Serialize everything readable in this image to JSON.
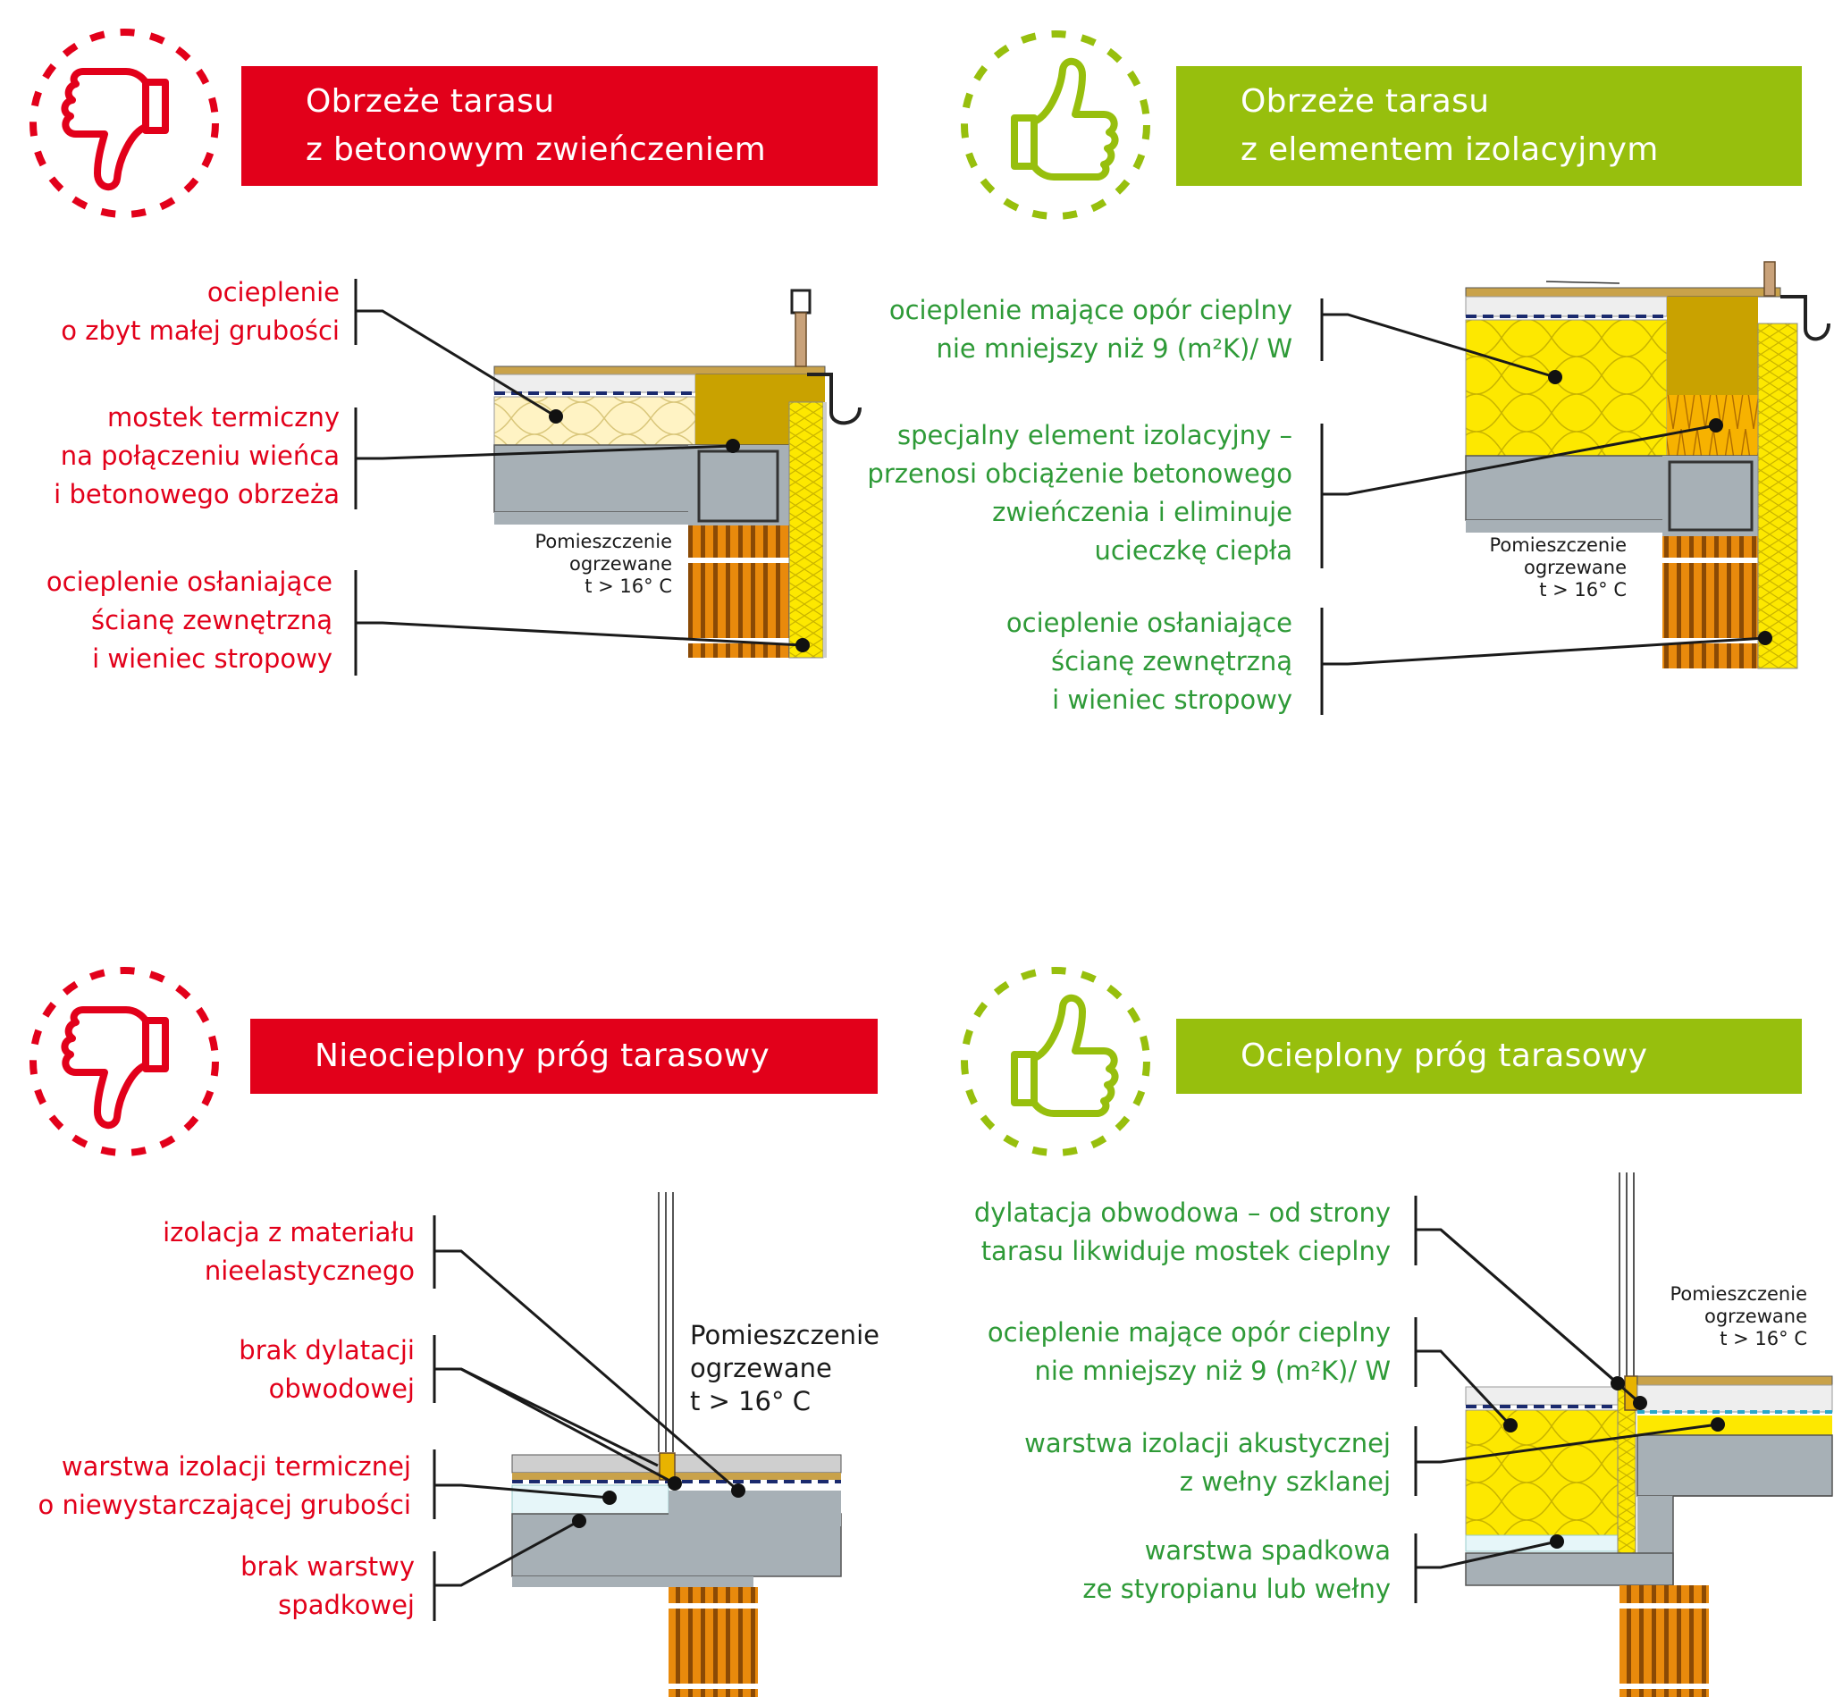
{
  "colors": {
    "bad": "#e2001a",
    "good": "#97bf0d",
    "good_text": "#2e9a37"
  },
  "panels": {
    "top_left": {
      "verdict_icon": "thumbs-down-icon",
      "title": [
        "Obrzeże tarasu",
        "z betonowym zwieńczeniem"
      ],
      "labels": [
        [
          "ocieplenie",
          "o zbyt małej grubości"
        ],
        [
          "mostek termiczny",
          "na połączeniu wieńca",
          "i betonowego obrzeża"
        ],
        [
          "ocieplenie osłaniające",
          "ścianę zewnętrzną",
          "i wieniec stropowy"
        ]
      ],
      "room": [
        "Pomieszczenie",
        "ogrzewane",
        "t > 16° C"
      ]
    },
    "top_right": {
      "verdict_icon": "thumbs-up-icon",
      "title": [
        "Obrzeże tarasu",
        "z elementem izolacyjnym"
      ],
      "labels": [
        [
          "ocieplenie mające opór cieplny",
          "nie mniejszy niż 9 (m²K)/ W"
        ],
        [
          "specjalny element izolacyjny –",
          "przenosi obciążenie betonowego",
          "zwieńczenia i eliminuje",
          "ucieczkę ciepła"
        ],
        [
          "ocieplenie osłaniające",
          "ścianę zewnętrzną",
          "i wieniec stropowy"
        ]
      ],
      "room": [
        "Pomieszczenie",
        "ogrzewane",
        "t > 16° C"
      ]
    },
    "bottom_left": {
      "verdict_icon": "thumbs-down-icon",
      "title": [
        "Nieocieplony próg tarasowy"
      ],
      "labels": [
        [
          "izolacja z materiału",
          "nieelastycznego"
        ],
        [
          "brak dylatacji",
          "obwodowej"
        ],
        [
          "warstwa izolacji termicznej",
          "o niewystarczającej grubości"
        ],
        [
          "brak warstwy",
          "spadkowej"
        ]
      ],
      "room": [
        "Pomieszczenie",
        "ogrzewane",
        "t > 16° C"
      ]
    },
    "bottom_right": {
      "verdict_icon": "thumbs-up-icon",
      "title": [
        "Ocieplony próg tarasowy"
      ],
      "labels": [
        [
          "dylatacja obwodowa – od strony",
          "tarasu likwiduje mostek cieplny"
        ],
        [
          "ocieplenie mające opór cieplny",
          "nie mniejszy niż 9 (m²K)/ W"
        ],
        [
          "warstwa izolacji akustycznej",
          "z wełny szklanej"
        ],
        [
          "warstwa spadkowa",
          "ze styropianu lub wełny"
        ]
      ],
      "room": [
        "Pomieszczenie",
        "ogrzewane",
        "t > 16° C"
      ]
    }
  }
}
